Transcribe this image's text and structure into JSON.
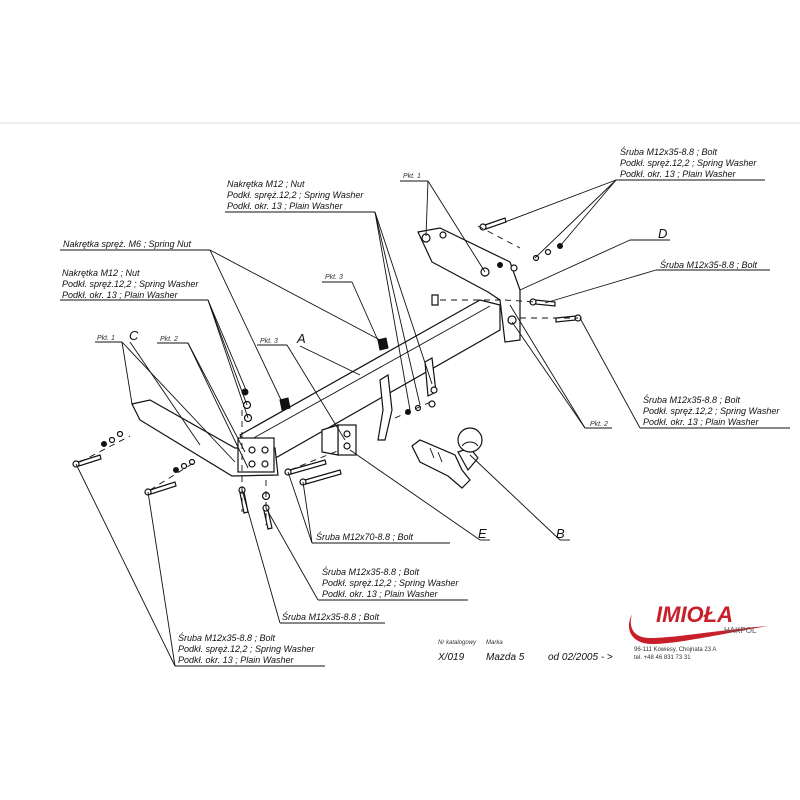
{
  "labels": {
    "top_right_bolt": [
      "Śruba M12x35-8.8 ;  Bolt",
      "Podkł. spręż.12,2 ; Spring Washer",
      "Podkł. okr. 13 ; Plain Washer"
    ],
    "top_center_nut": [
      "Nakrętka  M12 ; Nut",
      "Podkł. spręż.12,2 ; Spring Washer",
      "Podkł. okr. 13 ; Plain Washer"
    ],
    "spring_nut": "Nakrętka  spręż. M6 ; Spring Nut",
    "left_nut": [
      "Nakrętka  M12 ; Nut",
      "Podkł. spręż.12,2 ; Spring Washer",
      "Podkł. okr. 13 ; Plain Washer"
    ],
    "right_bolt": "Śruba M12x35-8.8 ;  Bolt",
    "right_bolt_set": [
      "Śruba M12x35-8.8 ;  Bolt",
      "Podkł. spręż.12,2 ; Spring Washer",
      "Podkł. okr. 13 ; Plain Washer"
    ],
    "bolt_m12x70": "Śruba M12x70-8.8 ;  Bolt",
    "center_bolt_set": [
      "Śruba M12x35-8.8 ;  Bolt",
      "Podkł. spręż.12,2 ; Spring Washer",
      "Podkł. okr. 13 ; Plain Washer"
    ],
    "center_bolt": "Śruba M12x35-8.8 ;  Bolt",
    "bottom_left_bolt_set": [
      "Śruba M12x35-8.8 ;  Bolt",
      "Podkł. spręż.12,2 ; Spring Washer",
      "Podkł. okr. 13 ; Plain Washer"
    ],
    "pkt1_right": "Pkt. 1",
    "pkt3_top": "Pkt. 3",
    "pkt1_left": "Pkt. 1",
    "pkt2_left": "Pkt. 2",
    "pkt3_left": "Pkt. 3",
    "pkt2_right": "Pkt. 2"
  },
  "parts": {
    "a": "A",
    "b": "B",
    "c": "C",
    "d": "D",
    "e": "E"
  },
  "catalog": {
    "nr_label": "Nr katalogowy",
    "marka_label": "Marka",
    "nr_value": "X/019",
    "marka_value": "Mazda 5",
    "date_value": "od  02/2005 - >"
  },
  "brand": {
    "name": "IMIOŁA",
    "sub": "HAKPOL",
    "address": "96-111 Kowiesy, Chojnata 23 A",
    "phone": "tel. +48 46 831 73 31",
    "color": "#c8202a"
  }
}
